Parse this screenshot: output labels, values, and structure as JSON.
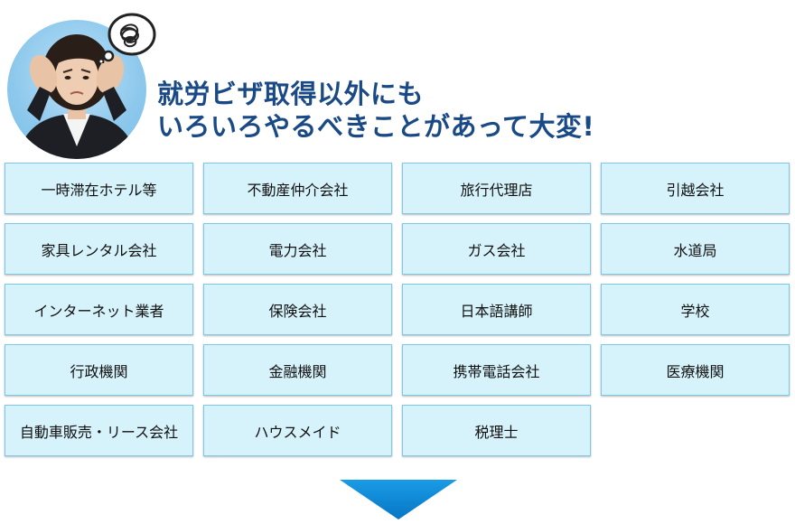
{
  "headline": {
    "line1": "就労ビザ取得以外にも",
    "line2": "いろいろやるべきことがあって大変!"
  },
  "colors": {
    "headline": "#1a4a86",
    "cell_bg": "#d6f2fb",
    "cell_border": "#7dc8e6",
    "arrow": "#0b86d6"
  },
  "icons": {
    "avatar": "stressed-woman-photo",
    "bubble": "scribble-thought-bubble-icon",
    "arrow": "down-triangle-arrow-icon"
  },
  "tasks": [
    "一時滞在ホテル等",
    "不動産仲介会社",
    "旅行代理店",
    "引越会社",
    "家具レンタル会社",
    "電力会社",
    "ガス会社",
    "水道局",
    "インターネット業者",
    "保険会社",
    "日本語講師",
    "学校",
    "行政機関",
    "金融機関",
    "携帯電話会社",
    "医療機関",
    "自動車販売・リース会社",
    "ハウスメイド",
    "税理士"
  ]
}
